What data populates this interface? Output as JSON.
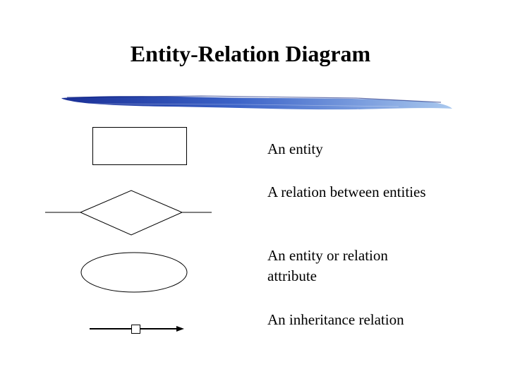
{
  "slide": {
    "title": "Entity-Relation Diagram",
    "accent_colors": [
      "#1a2f96",
      "#3c63c8",
      "#8fb4e8"
    ]
  },
  "legend": [
    {
      "symbol": "rectangle",
      "label": "An entity"
    },
    {
      "symbol": "diamond",
      "label": "A relation between entities"
    },
    {
      "symbol": "ellipse",
      "label": "An entity or relation attribute"
    },
    {
      "symbol": "arrow-with-square",
      "label": "An inheritance relation"
    }
  ]
}
